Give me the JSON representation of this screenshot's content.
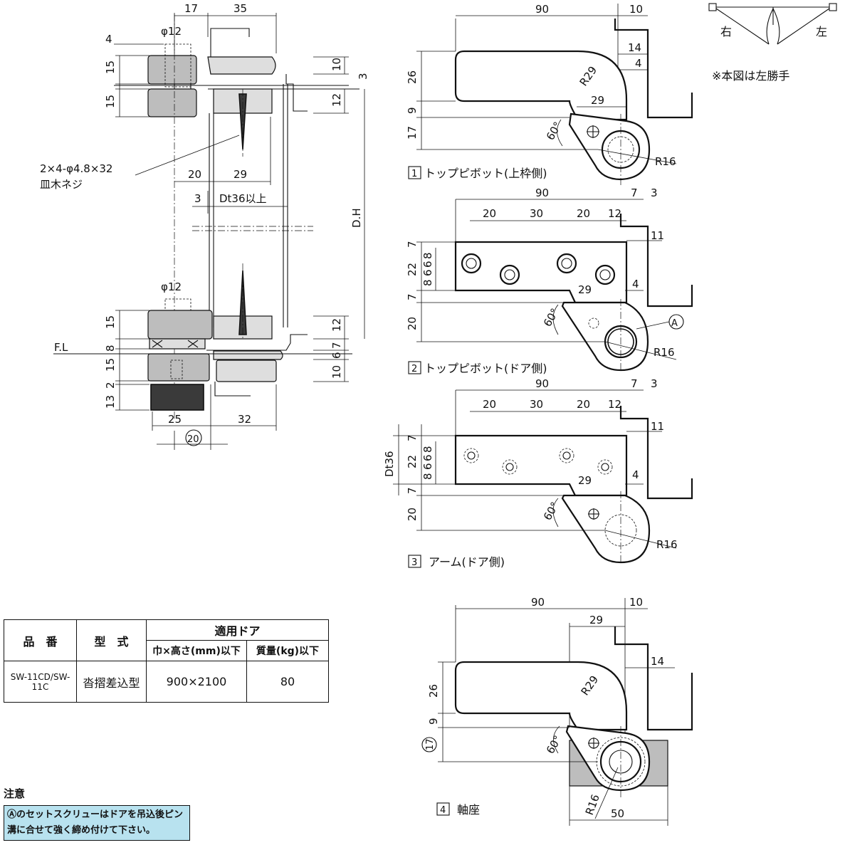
{
  "orientation": {
    "right_label": "右",
    "left_label": "左",
    "note": "※本図は左勝手"
  },
  "main_view": {
    "dims": {
      "d17": "17",
      "d35": "35",
      "d4": "4",
      "phi12_top": "φ12",
      "d15a": "15",
      "d15b": "15",
      "d10": "10",
      "d3": "3",
      "d12a": "12",
      "d20": "20",
      "d29": "29",
      "d3b": "3",
      "dt36": "Dt36以上",
      "dh": "D.H",
      "phi12_bottom": "φ12",
      "d15c": "15",
      "d12b": "12",
      "d8": "8",
      "d7": "7",
      "d6": "6",
      "d15d": "15",
      "d10b": "10",
      "d13": "13",
      "d2": "2",
      "d25": "25",
      "d20c": "20",
      "d32": "32"
    },
    "screw_label_1": "2×4-φ4.8×32",
    "screw_label_2": "皿木ネジ",
    "floor_label": "F.L"
  },
  "view1": {
    "title_num": "1",
    "title": "トップピボット(上枠側)",
    "dims": {
      "d90": "90",
      "d10": "10",
      "d14": "14",
      "d4": "4",
      "r29": "R29",
      "d26": "26",
      "d29": "29",
      "d9": "9",
      "d17": "17",
      "a60": "60°",
      "r16": "R16"
    }
  },
  "view2": {
    "title_num": "2",
    "title": "トップピボット(ドア側)",
    "dims": {
      "d90": "90",
      "d7": "7",
      "d3": "3",
      "d20a": "20",
      "d30": "30",
      "d20b": "20",
      "d12": "12",
      "d11": "11",
      "d7a": "7",
      "d6a": "6",
      "d8a": "8",
      "d22": "22",
      "d8b": "8",
      "d6b": "6",
      "d29": "29",
      "d4": "4",
      "d7b": "7",
      "d20": "20",
      "a60": "60°",
      "mark_a": "A",
      "r16": "R16"
    }
  },
  "view3": {
    "title_num": "3",
    "title": "アーム(ドア側)",
    "dims": {
      "d90": "90",
      "d7": "7",
      "d3": "3",
      "d20a": "20",
      "d30": "30",
      "d20b": "20",
      "d12": "12",
      "d11": "11",
      "dt36": "Dt36",
      "d7a": "7",
      "d6a": "6",
      "d8a": "8",
      "d22": "22",
      "d8b": "8",
      "d6b": "6",
      "d29": "29",
      "d4": "4",
      "d7b": "7",
      "d20": "20",
      "a60": "60°",
      "r16": "R16"
    }
  },
  "view4": {
    "title_num": "4",
    "title": "軸座",
    "dims": {
      "d90": "90",
      "d10": "10",
      "d29": "29",
      "d14": "14",
      "r29": "R29",
      "d26": "26",
      "d9": "9",
      "d17": "17",
      "a60": "60°",
      "r16": "R16",
      "d50": "50"
    }
  },
  "spec_table": {
    "h_part": "品　番",
    "h_type": "型　式",
    "h_door": "適用ドア",
    "h_size": "巾×高さ(mm)以下",
    "h_weight": "質量(kg)以下",
    "row": {
      "part": "SW-11CD/SW-11C",
      "type": "沓摺差込型",
      "size": "900×2100",
      "weight": "80"
    }
  },
  "note": {
    "title": "注意",
    "text1": "Ⓐのセットスクリューはドアを吊込後ピン",
    "text2": "溝に合せて強く締め付けて下さい。"
  }
}
